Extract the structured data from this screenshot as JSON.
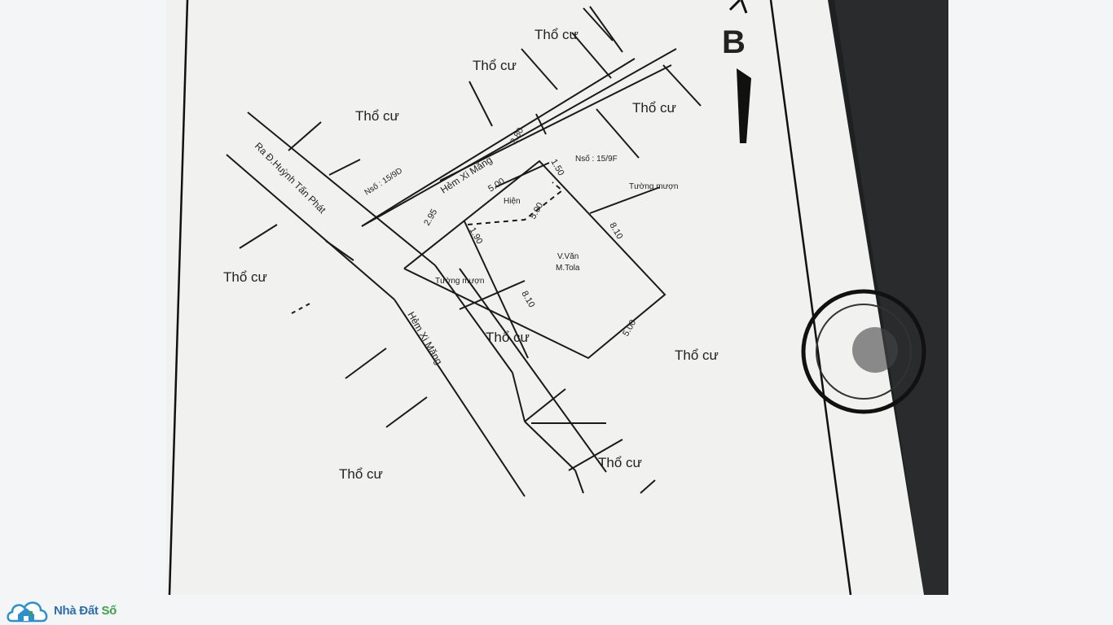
{
  "labels": {
    "north": "B",
    "residential": "Thổ cư",
    "alley": "Hẻm Xi Măng",
    "street": "Ra Đ.Huỳnh Tấn Phát",
    "house_no_left": "Nsố : 15/9D",
    "house_no_right": "Nsố : 15/9F",
    "borrowed_wall": "Tường mượn",
    "current": "Hiện",
    "owner_line1": "V.Văn",
    "owner_line2": "M.Tola"
  },
  "dimensions": {
    "d280": "2.80",
    "d295": "2.95",
    "d500_top": "5.00",
    "d500_mid": "5.00",
    "d500_bottom": "5.00",
    "d150": "1.50",
    "d190": "1.90",
    "d810_right": "8.10",
    "d810_left": "8.10"
  },
  "watermark": {
    "brand": "Nhà Đất ",
    "brand_accent": "Số"
  }
}
